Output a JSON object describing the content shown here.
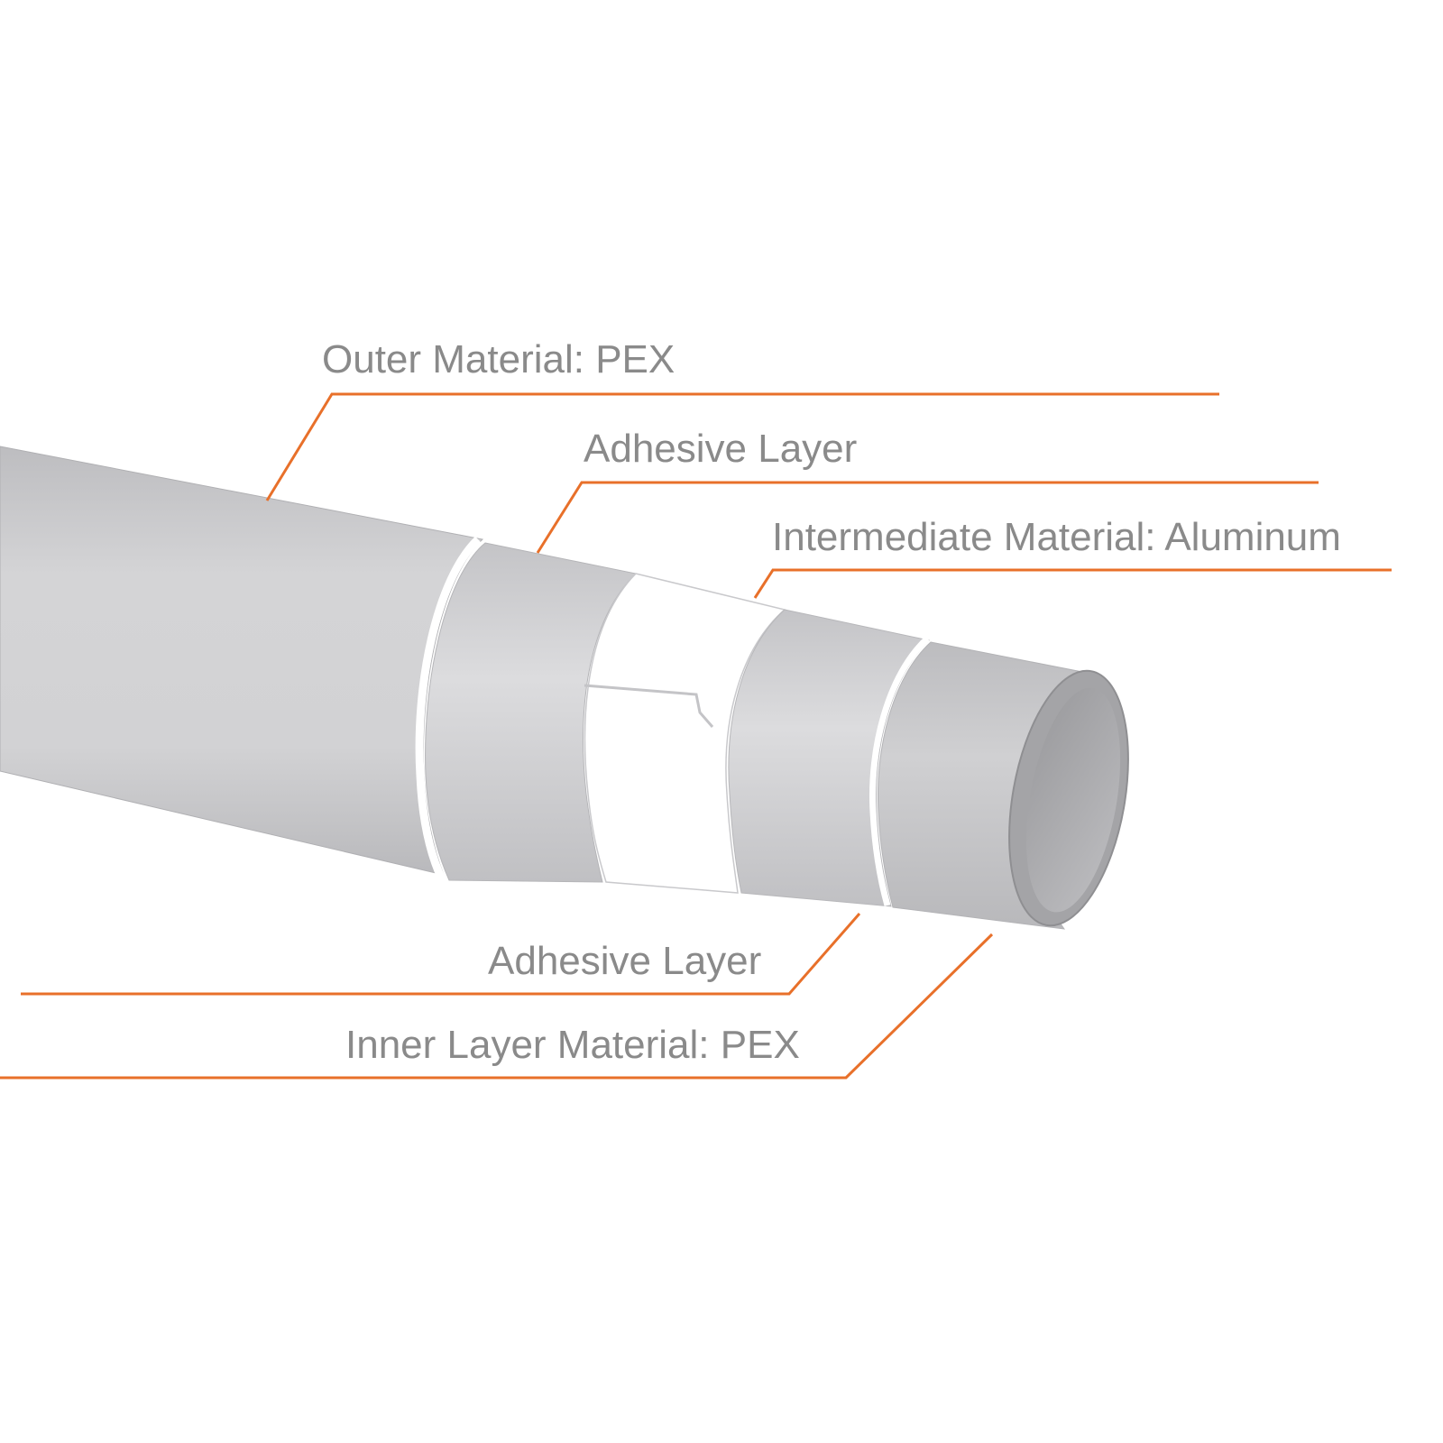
{
  "colors": {
    "leader": "#e8702a",
    "label": "#8a8a8a",
    "pipe_outer": "#cfcfd1",
    "pipe_adhesive": "#d6d6d8",
    "aluminum": "#ffffff",
    "pipe_inner": "#cbcbcd",
    "bore": "#a9a9ab"
  },
  "labels": {
    "outer": "Outer Material: PEX",
    "adhesive_top": "Adhesive Layer",
    "intermediate": "Intermediate Material:  Aluminum",
    "adhesive_bottom": "Adhesive Layer",
    "inner": "Inner Layer Material: PEX"
  }
}
